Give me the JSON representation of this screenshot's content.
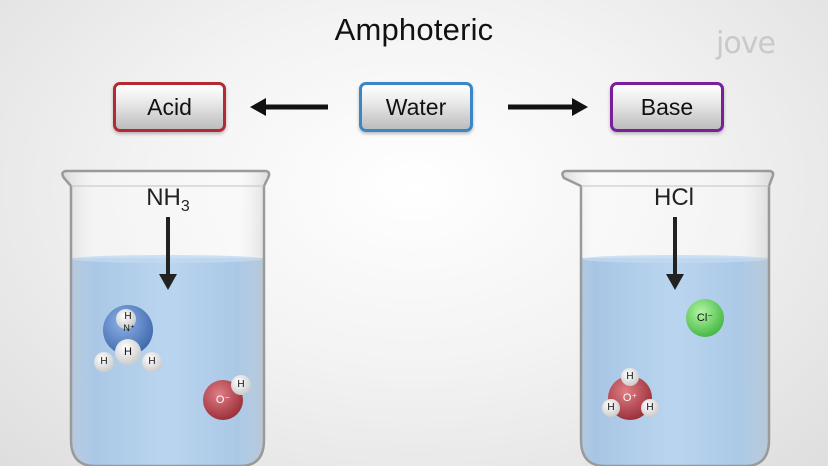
{
  "title": "Amphoteric",
  "logo": "jove",
  "boxes": {
    "acid": "Acid",
    "water": "Water",
    "base": "Base"
  },
  "left_beaker": {
    "formula_main": "NH",
    "formula_sub": "3",
    "ammonium": {
      "n_label": "N⁺",
      "h1": "H",
      "h2": "H",
      "h3": "H",
      "h4": "H"
    },
    "hydroxide": {
      "o_label": "O⁻",
      "h": "H"
    }
  },
  "right_beaker": {
    "formula": "HCl",
    "chloride": "Cl⁻",
    "hydronium": {
      "o_label": "O⁺",
      "h1": "H",
      "h2": "H",
      "h3": "H"
    }
  },
  "colors": {
    "acid_border": "#b52a32",
    "water_border": "#3b86c4",
    "base_border": "#7a1f9c",
    "liquid": "#8fb8e0",
    "nitrogen": "#4f7fc6",
    "oxygen": "#b8404a",
    "chlorine": "#5fd65f"
  }
}
